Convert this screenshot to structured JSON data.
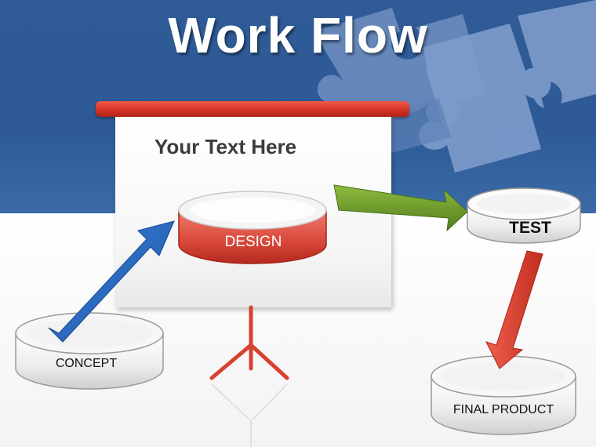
{
  "title": "Work Flow",
  "board_text": "Your Text Here",
  "nodes": {
    "design": "DESIGN",
    "test": "TEST",
    "concept": "CONCEPT",
    "final": "FINAL PRODUCT"
  },
  "colors": {
    "banner": "#2d5a97",
    "puzzle": "#7b99c7",
    "red_accent": "#d43325",
    "blue_arrow": "#1f5fb5",
    "green_arrow": "#6a9a2a",
    "red_arrow": "#d43325"
  },
  "icons": [
    "puzzle-piece-icon",
    "presentation-board-icon",
    "tripod-stand-icon"
  ]
}
